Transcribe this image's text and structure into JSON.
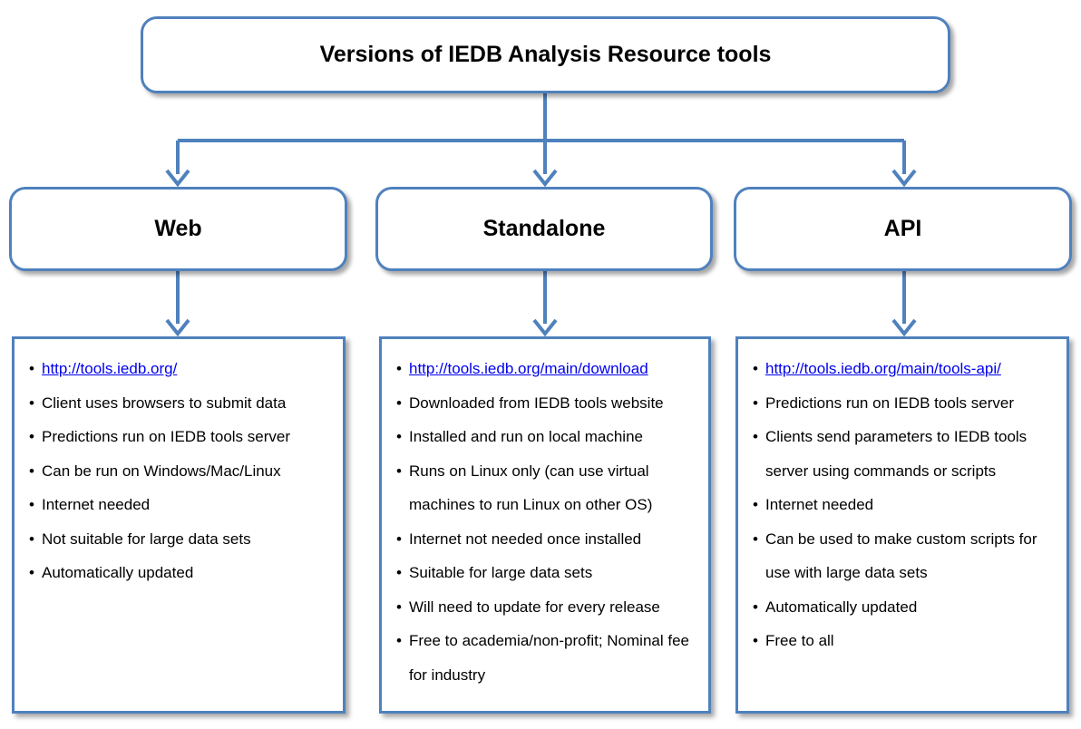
{
  "diagram": {
    "root": {
      "label": "Versions of IEDB Analysis Resource tools"
    },
    "columns": [
      {
        "label": "Web",
        "link": "http://tools.iedb.org/",
        "items": [
          "Client uses browsers to submit data",
          "Predictions run on IEDB tools server",
          "Can be run on Windows/Mac/Linux",
          "Internet needed",
          "Not suitable for large data sets",
          "Automatically updated"
        ]
      },
      {
        "label": "Standalone",
        "link": "http://tools.iedb.org/main/download",
        "items": [
          "Downloaded from IEDB tools website",
          "Installed and run on local machine",
          "Runs on Linux only (can use virtual machines to run Linux on other OS)",
          "Internet not needed once installed",
          "Suitable for large data sets",
          "Will need to update for every release",
          "Free to academia/non-profit; Nominal fee for industry"
        ]
      },
      {
        "label": "API",
        "link": "http://tools.iedb.org/main/tools-api/",
        "items": [
          "Predictions run on IEDB tools server",
          "Clients send parameters to IEDB tools server using commands or scripts",
          "Internet needed",
          "Can be used to make custom scripts for use with large data sets",
          "Automatically updated",
          "Free to all"
        ]
      }
    ],
    "colors": {
      "border": "#4f81bd",
      "connector": "#4f81bd",
      "link": "#0000ee"
    }
  }
}
